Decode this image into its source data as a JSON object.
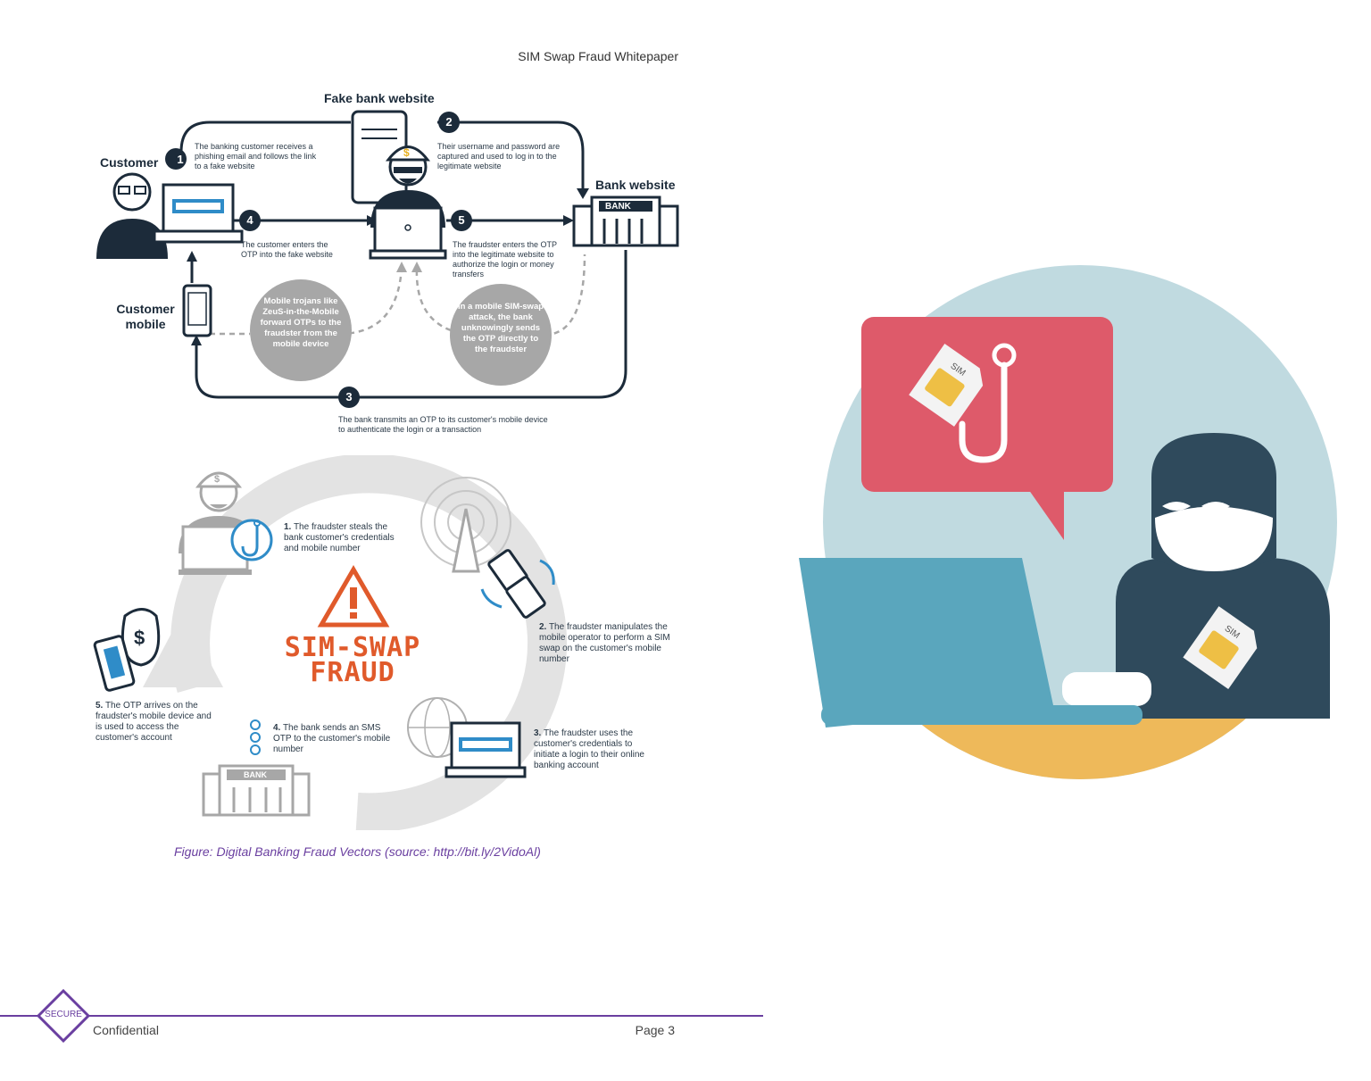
{
  "document": {
    "header_title": "SIM Swap Fraud Whitepaper",
    "caption": "Figure: Digital Banking Fraud Vectors (source: http://bit.ly/2VidoAl)",
    "footer_left": "Confidential",
    "footer_right": "Page 3",
    "logo_text": "SECURE"
  },
  "flow_diagram": {
    "labels": {
      "customer": "Customer",
      "fake_site": "Fake bank website",
      "bank_site": "Bank website",
      "customer_mobile_1": "Customer",
      "customer_mobile_2": "mobile",
      "bank_sign": "BANK"
    },
    "steps": [
      {
        "num": "1",
        "text": "The banking customer receives a phishing email and follows the link to a fake website"
      },
      {
        "num": "2",
        "text": "Their username and password are captured and used to log in to the legitimate website"
      },
      {
        "num": "3",
        "text": "The bank transmits an OTP to its customer's mobile device to authenticate the login or a transaction"
      },
      {
        "num": "4",
        "text": "The customer enters the OTP into the fake website"
      },
      {
        "num": "5",
        "text": "The fraudster enters the OTP into the legitimate website to authorize the login or money transfers"
      }
    ],
    "gray_notes": [
      "Mobile trojans like ZeuS-in-the-Mobile forward OTPs to the fraudster from the mobile device",
      "In a mobile SIM-swap attack, the bank unknowingly sends the OTP directly to the fraudster"
    ]
  },
  "cycle_diagram": {
    "title_1": "SIM-SWAP",
    "title_2": "FRAUD",
    "bank_sign": "BANK",
    "steps": [
      {
        "num": "1.",
        "text": "The fraudster steals the bank customer's credentials and mobile number"
      },
      {
        "num": "2.",
        "text": "The fraudster manipulates the mobile operator to perform a SIM swap on the customer's mobile number"
      },
      {
        "num": "3.",
        "text": "The fraudster uses the customer's credentials to initiate a login to their online banking account"
      },
      {
        "num": "4.",
        "text": "The bank sends an SMS OTP to the customer's mobile number"
      },
      {
        "num": "5.",
        "text": "The OTP arrives on the fraudster's mobile device and is used to access the customer's account"
      }
    ]
  },
  "illustration": {
    "sim_label_1": "SIM",
    "sim_label_2": "SIM"
  },
  "colors": {
    "navy": "#1c2b3a",
    "gray": "#a7a7a7",
    "accent_purple": "#6a3fa0",
    "orange": "#e05a2b",
    "blue": "#2f8cc8",
    "bg_circle": "#c0dae0",
    "red_bubble": "#de5a6a",
    "laptop_blue": "#5aa6bd",
    "hacker_dark": "#2f4a5c",
    "desk_yellow": "#eeb95a"
  }
}
